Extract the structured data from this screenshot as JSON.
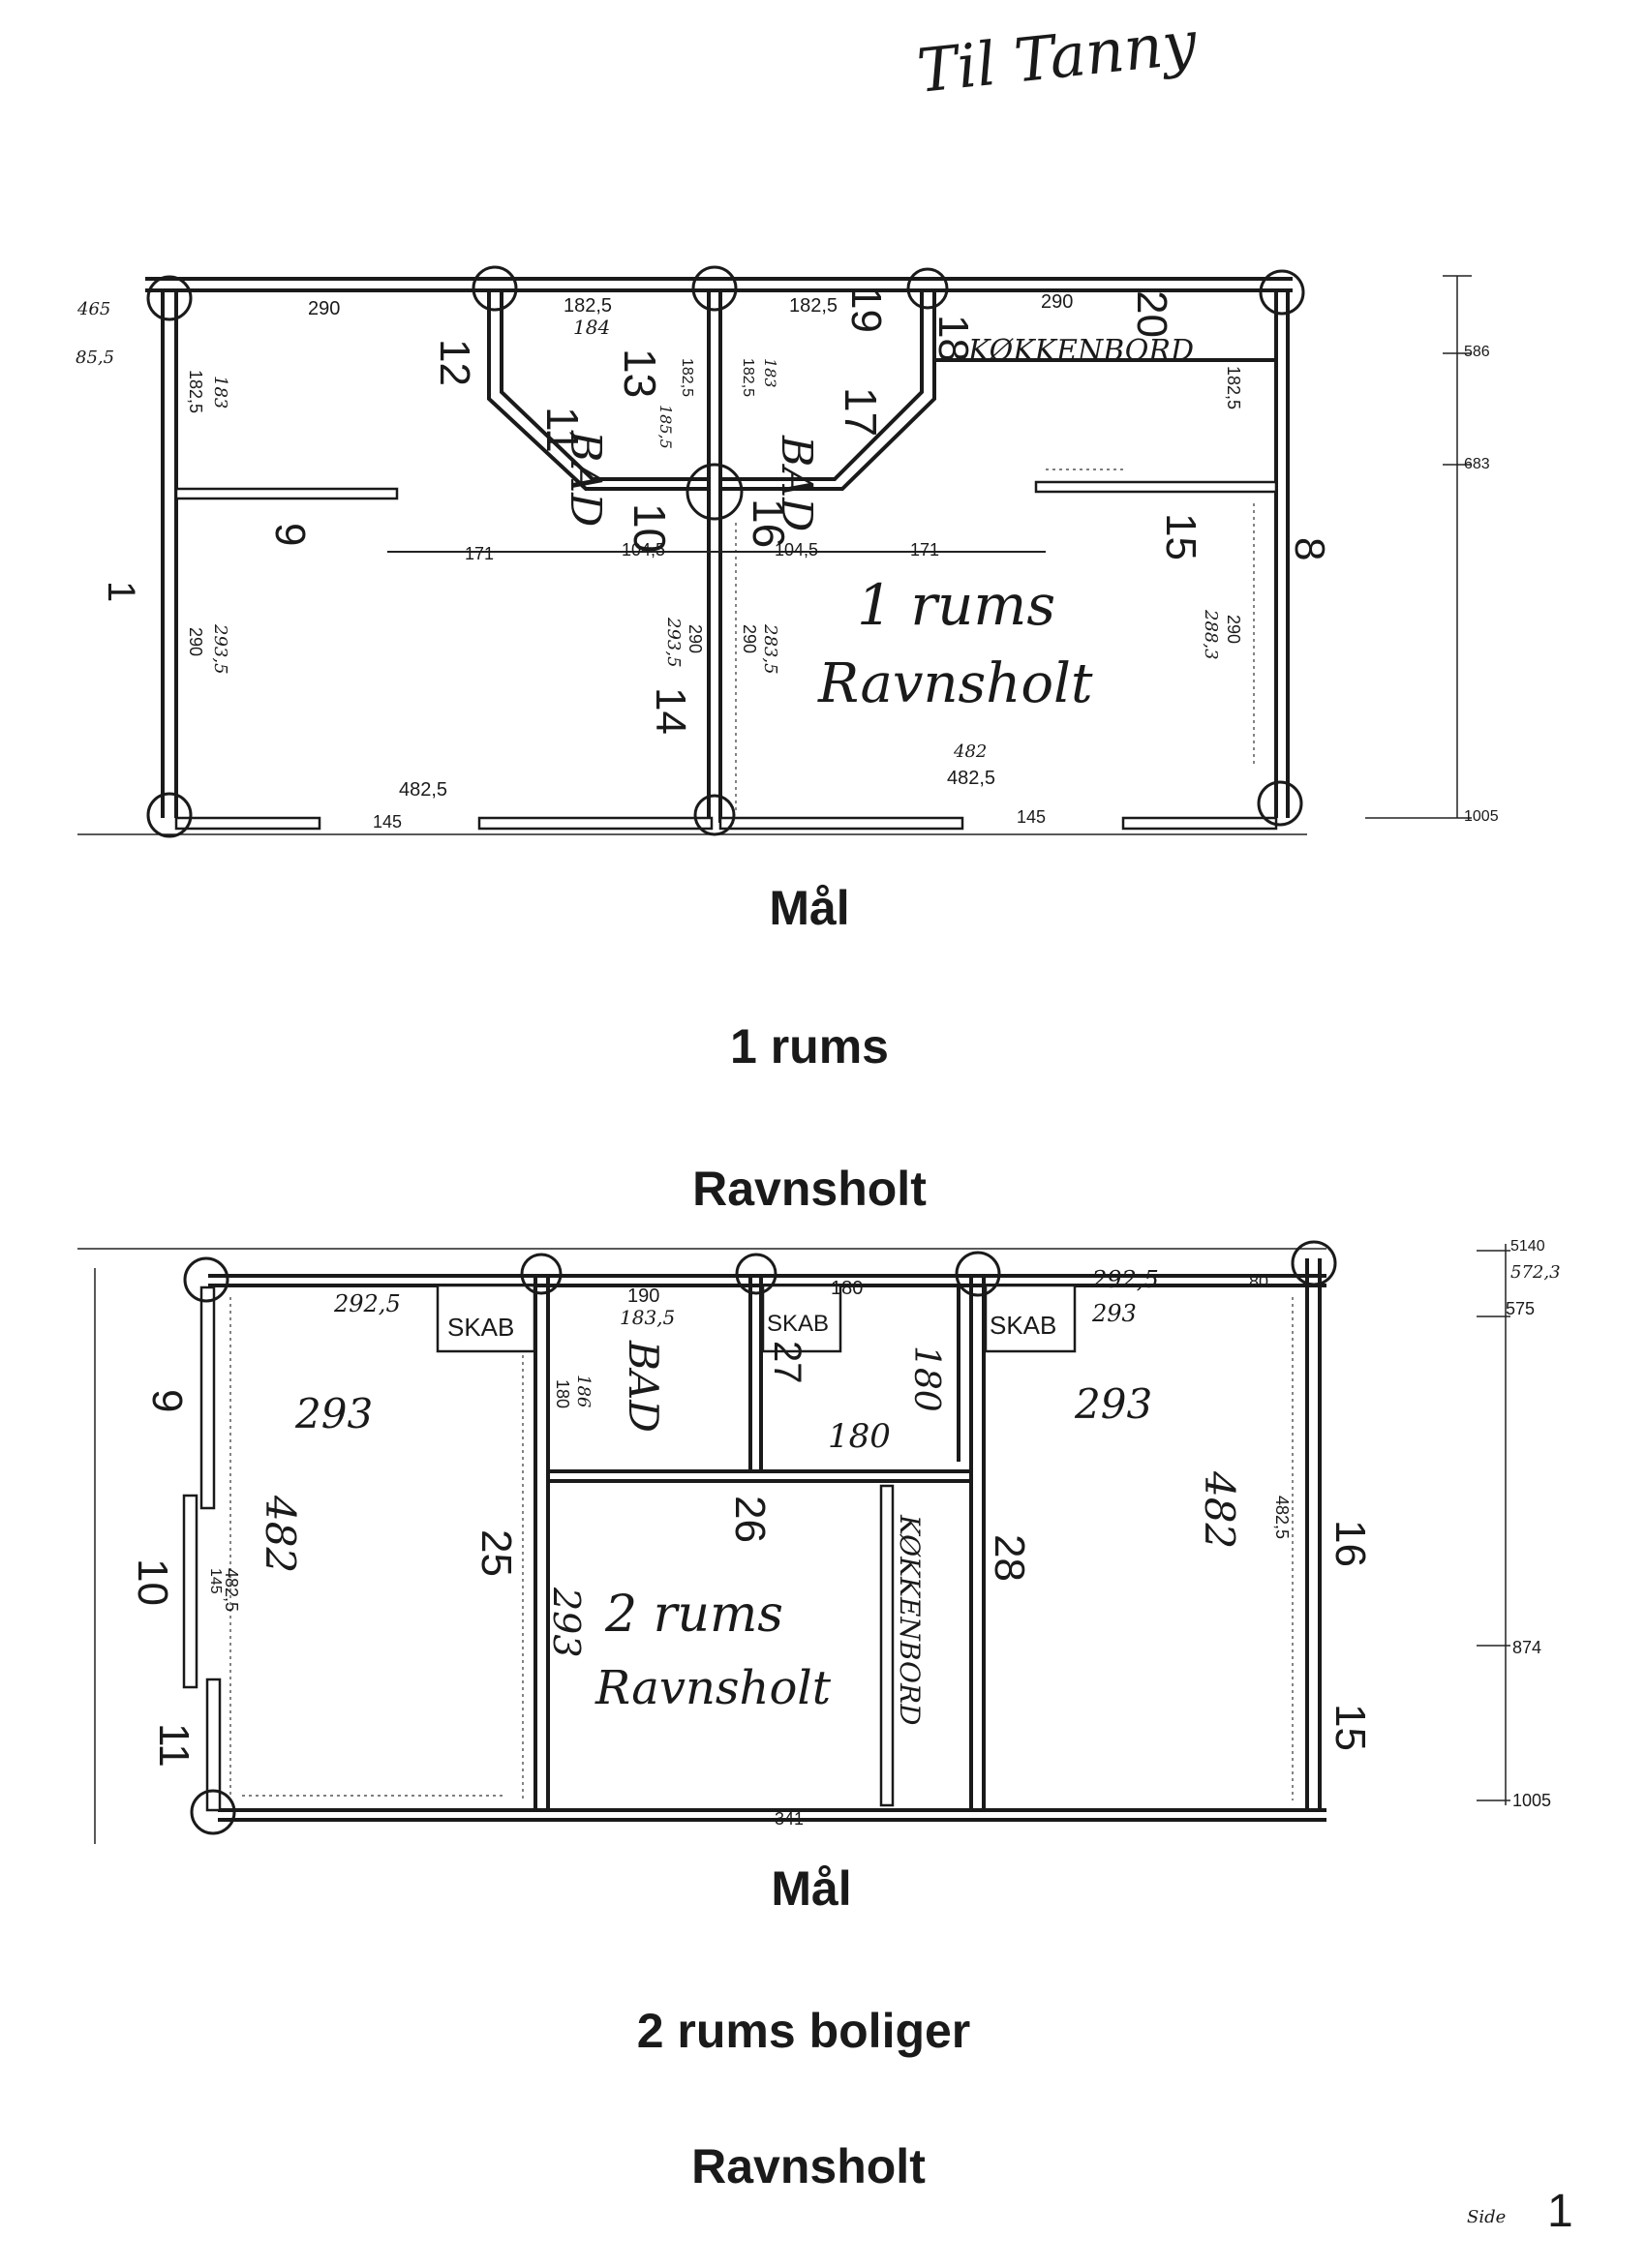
{
  "handwritten_note": "Til Tanny",
  "plan1": {
    "caption_maal": "Mål",
    "caption_type": "1 rums",
    "caption_place": "Ravnsholt",
    "room_label_1": "1 rums",
    "room_label_2": "Ravnsholt",
    "bad_left": "BAD",
    "bad_right": "BAD",
    "kitchen": "KØKKENBORD",
    "wall_numbers": [
      "1",
      "9",
      "12",
      "13",
      "11",
      "10",
      "16",
      "17",
      "18",
      "19",
      "20",
      "15",
      "14",
      "8"
    ],
    "dims": {
      "top_left": "290",
      "top_bad1": "182,5",
      "top_bad2": "182,5",
      "top_right": "290",
      "top_bad1_b": "184",
      "left_upper": "182,5",
      "left_upper_b": "183",
      "left_lower": "290",
      "left_lower_b": "293,5",
      "far_left_a": "465",
      "far_left_b": "85,5",
      "mid_171a": "171",
      "mid_104a": "104,5",
      "mid_104b": "104,5",
      "mid_171b": "171",
      "bad_inner_a": "182,5",
      "bad_inner_b": "185,5",
      "bad_inner_c": "182,5",
      "bad_inner_d": "183",
      "center_lower": "290",
      "center_lower_b": "293,5",
      "center_lower_c": "290",
      "center_lower_d": "283,5",
      "right_lower": "290",
      "right_lower_b": "288,3",
      "right_upper": "182,5",
      "bottom_left": "482,5",
      "bottom_145a": "145",
      "bottom_right_a": "482",
      "bottom_right_b": "482,5",
      "bottom_145b": "145",
      "side_586": "586",
      "side_683": "683",
      "side_1005": "1005"
    }
  },
  "plan2": {
    "caption_maal": "Mål",
    "caption_type": "2 rums boliger",
    "caption_place": "Ravnsholt",
    "room_label_1": "2 rums",
    "room_label_2": "Ravnsholt",
    "bad": "BAD",
    "skab1": "SKAB",
    "skab2": "SKAB",
    "skab3": "SKAB",
    "kitchen": "KØKKENBORD",
    "wall_numbers": [
      "9",
      "10",
      "11",
      "25",
      "26",
      "27",
      "28",
      "16",
      "15"
    ],
    "dims": {
      "top_left": "292,5",
      "top_bad_a": "190",
      "top_bad_b": "183,5",
      "top_small": "180",
      "top_right_a": "292,5",
      "top_right_b": "293",
      "top_right_c": "80",
      "room_left": "293",
      "room_right": "293",
      "depth_left": "482",
      "depth_right": "482",
      "depth_right_b": "482,5",
      "win_left_a": "482,5",
      "win_left_b": "145",
      "bad_side_a": "180",
      "bad_side_b": "186",
      "bad_bottom": "180",
      "bad_right": "180",
      "center_293": "293",
      "bottom_341": "341",
      "side_5140": "5140",
      "side_5723": "572,3",
      "side_575": "575",
      "side_874": "874",
      "side_1005": "1005"
    }
  },
  "page_number": "1",
  "page_mark": "Side"
}
